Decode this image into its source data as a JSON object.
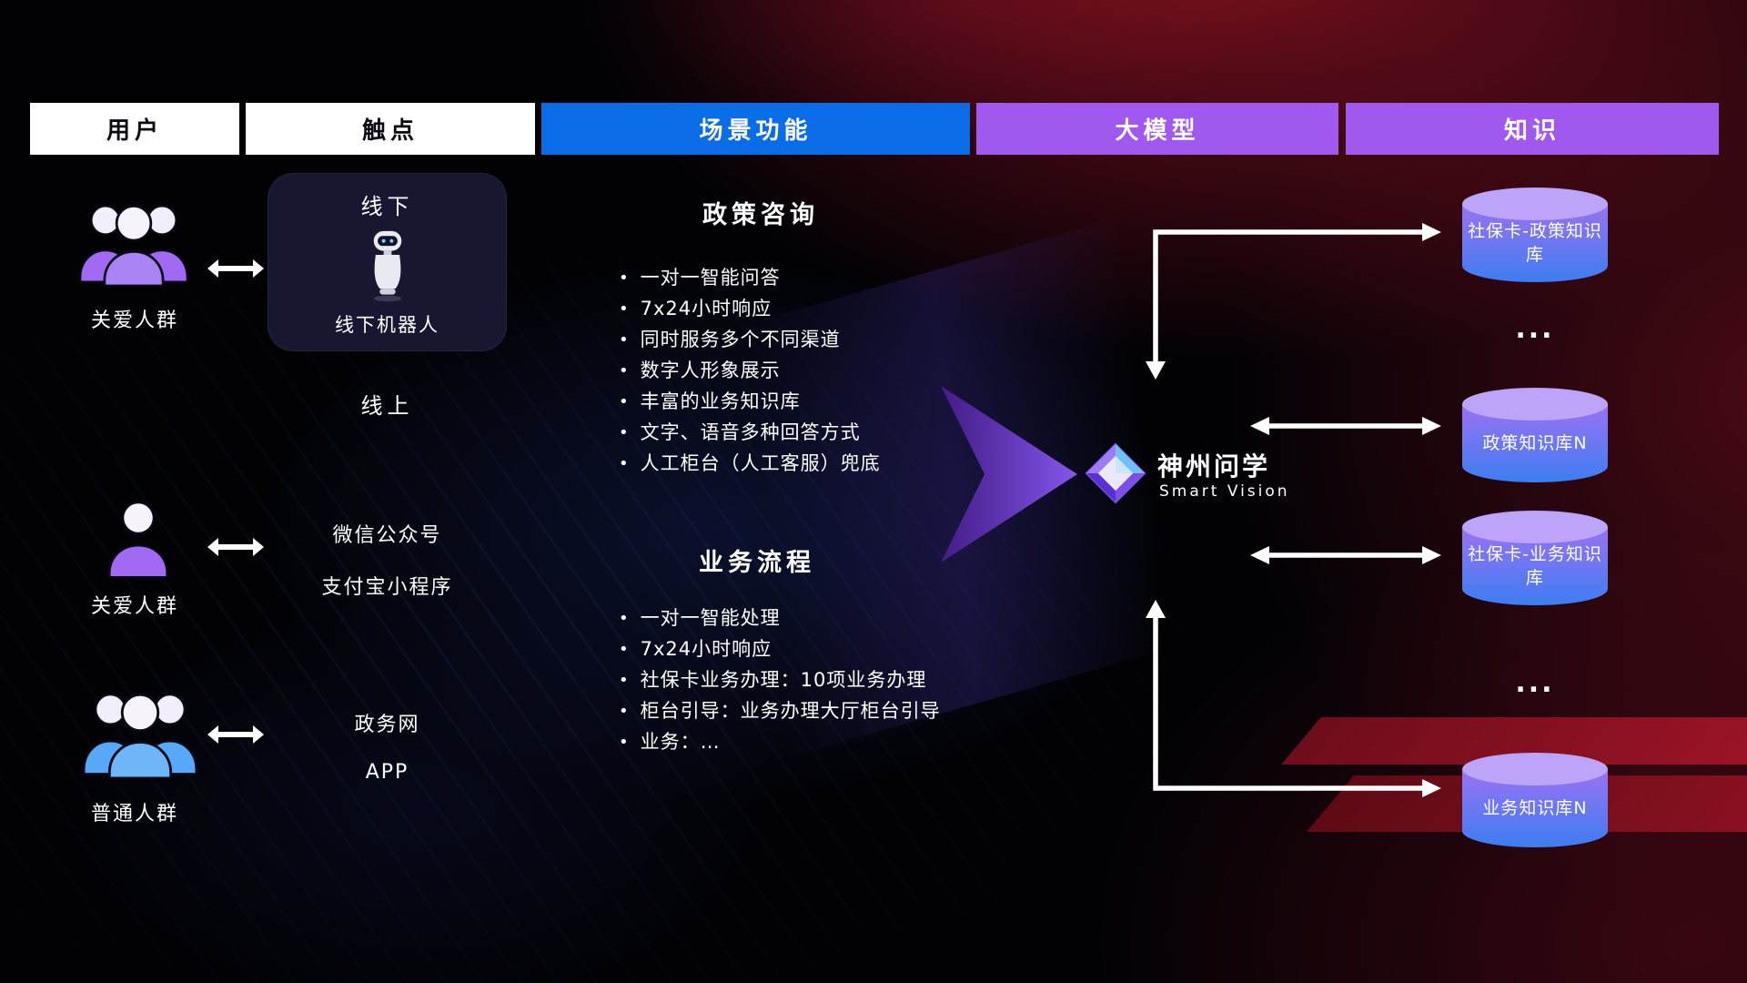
{
  "header": {
    "columns": [
      {
        "label": "用户"
      },
      {
        "label": "触点"
      },
      {
        "label": "场景功能"
      },
      {
        "label": "大模型"
      },
      {
        "label": "知识"
      }
    ]
  },
  "users": {
    "rows": [
      {
        "label": "关爱人群",
        "icon": "people-group-icon",
        "color": "#a06bf2"
      },
      {
        "label": "关爱人群",
        "icon": "person-icon",
        "color": "#a06bf2"
      },
      {
        "label": "普通人群",
        "icon": "people-group-icon",
        "color": "#57a9f8"
      }
    ]
  },
  "touchpoints": {
    "offline_title": "线下",
    "offline_robot_label": "线下机器人",
    "online_title": "线上",
    "items": [
      "微信公众号",
      "支付宝小程序",
      "政务网",
      "APP"
    ]
  },
  "scenes": {
    "policy": {
      "title": "政策咨询",
      "items": [
        "一对一智能问答",
        "7x24小时响应",
        "同时服务多个不同渠道",
        "数字人形象展示",
        "丰富的业务知识库",
        "文字、语音多种回答方式",
        "人工柜台（人工客服）兜底"
      ]
    },
    "business": {
      "title": "业务流程",
      "items": [
        "一对一智能处理",
        "7x24小时响应",
        "社保卡业务办理：10项业务办理",
        "柜台引导：业务办理大厅柜台引导",
        "业务：…"
      ]
    }
  },
  "model": {
    "name": "神州问学",
    "subtitle": "Smart Vision"
  },
  "knowledge": {
    "databases": [
      {
        "label": "社保卡-政策知识库"
      },
      {
        "label": "政策知识库N"
      },
      {
        "label": "社保卡-业务知识库"
      },
      {
        "label": "业务知识库N"
      }
    ],
    "ellipsis": "..."
  },
  "colors": {
    "header_blue": "#0b6ce8",
    "header_purple": "#a158ef",
    "db_top": "#bca4f8",
    "db_body_top": "#9b72f2",
    "db_body_bottom": "#3d7df2",
    "people_purple": "#a06bf2",
    "people_blue": "#57a9f8",
    "flow_arrow_purple": "#8b5cf6"
  }
}
